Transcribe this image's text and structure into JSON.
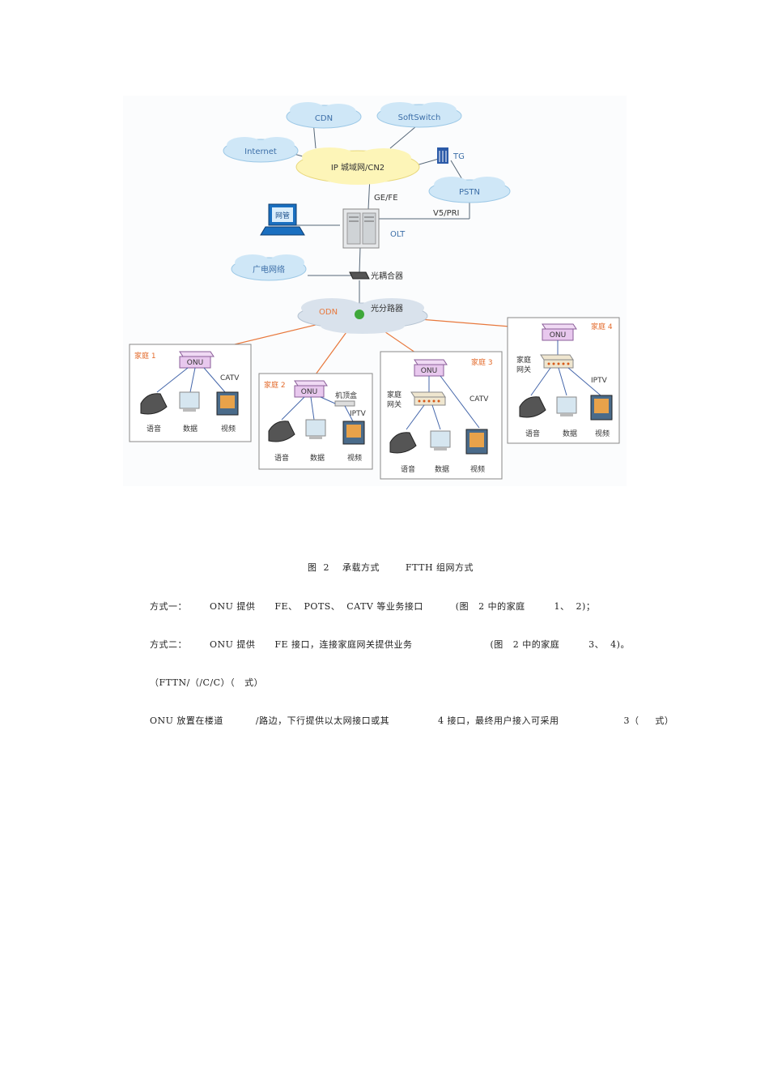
{
  "diagram": {
    "clouds": {
      "cdn": "CDN",
      "softswitch": "SoftSwitch",
      "internet": "Internet",
      "metro": "IP 城域网/CN2",
      "pstn": "PSTN",
      "broadcast": "广电网络",
      "odn": "ODN"
    },
    "tg": "TG",
    "links": {
      "gefe": "GE/FE",
      "v5pri": "V5/PRI"
    },
    "nms": "网管",
    "olt": "OLT",
    "coupler": "光耦合器",
    "splitter": "光分路器",
    "onu": "ONU",
    "terminals": {
      "voice": "语音",
      "data": "数据",
      "video": "视频"
    },
    "homes": {
      "h1": {
        "title": "家庭 1",
        "side": "CATV"
      },
      "h2": {
        "title": "家庭 2",
        "stb": "机顶盒",
        "side": "IPTV"
      },
      "h3": {
        "title": "家庭 3",
        "gateway_l1": "家庭",
        "gateway_l2": "网关",
        "side": "CATV"
      },
      "h4": {
        "title": "家庭 4",
        "gateway_l1": "家庭",
        "gateway_l2": "网关",
        "side": "IPTV"
      }
    }
  },
  "text": {
    "caption": "图  2    承载方式        FTTH 组网方式",
    "line1": "方式一：       ONU 提供      FE、  POTS、  CATV 等业务接口          (图   2 中的家庭         1、  2)；",
    "line2": "方式二：       ONU 提供      FE 接口，连接家庭网关提供业务                        (图   2 中的家庭         3、  4)。",
    "line3": "（FTTN/（/C/C）（   式）",
    "line4": "ONU 放置在楼道          /路边，下行提供以太网接口或其               4 接口，最终用户接入可采用                    3（     式）"
  },
  "colors": {
    "cloud": "#cfe7f7",
    "metro": "#fdf5b8",
    "onu": "#e8c8ee",
    "orange": "#e8783c",
    "title": "#e36b2c"
  }
}
